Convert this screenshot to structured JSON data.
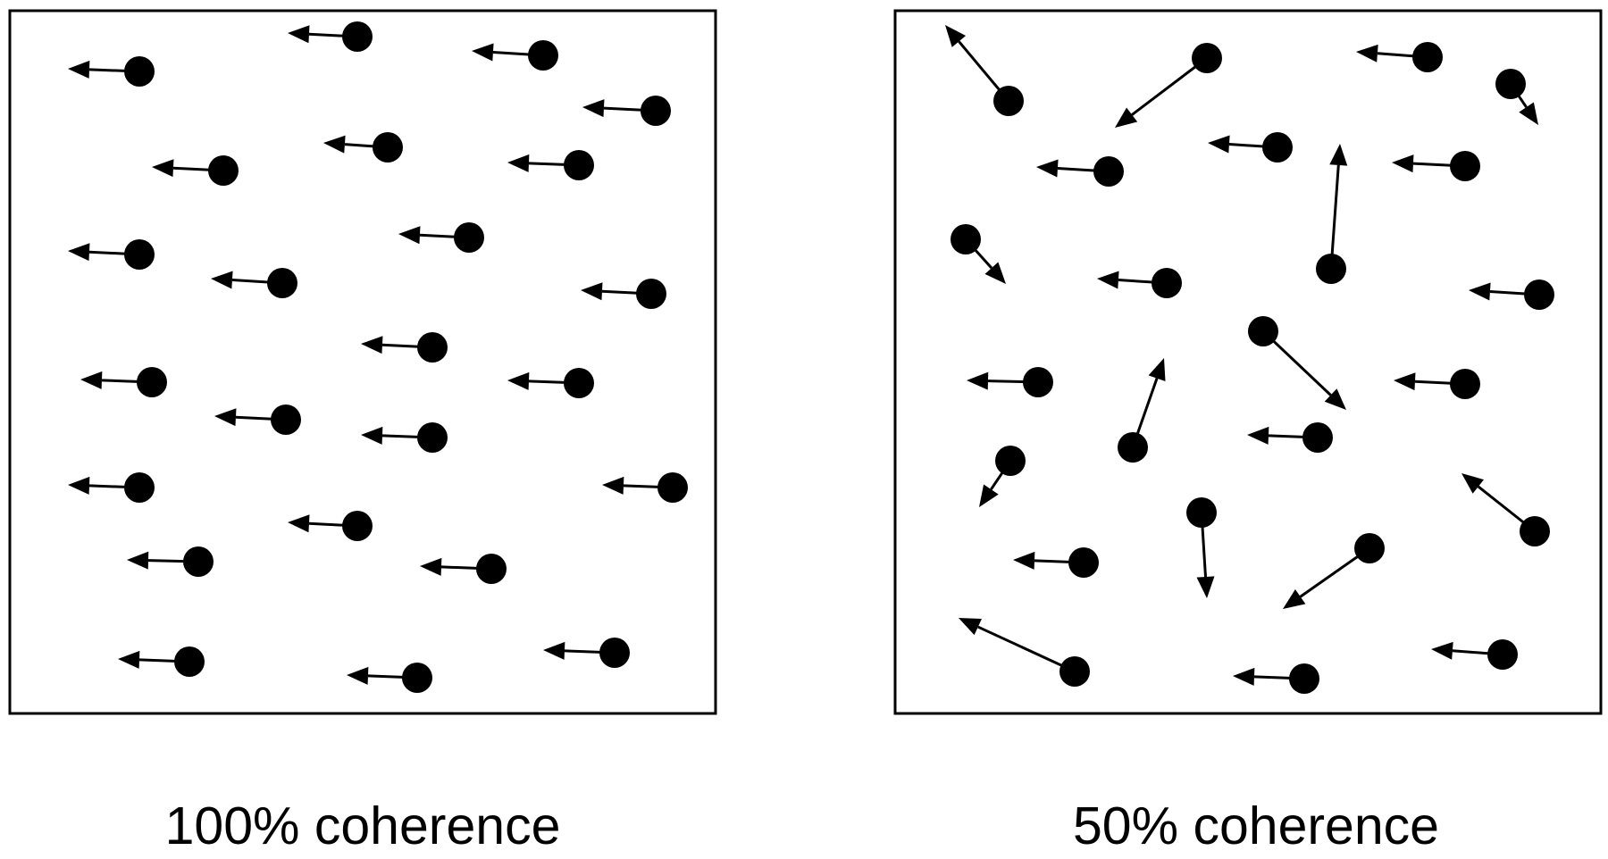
{
  "colors": {
    "background": "#ffffff",
    "ink": "#000000"
  },
  "panels": [
    {
      "caption": "100% coherence",
      "coherence_percent": 100
    },
    {
      "caption": "50% coherence",
      "coherence_percent": 50
    }
  ]
}
